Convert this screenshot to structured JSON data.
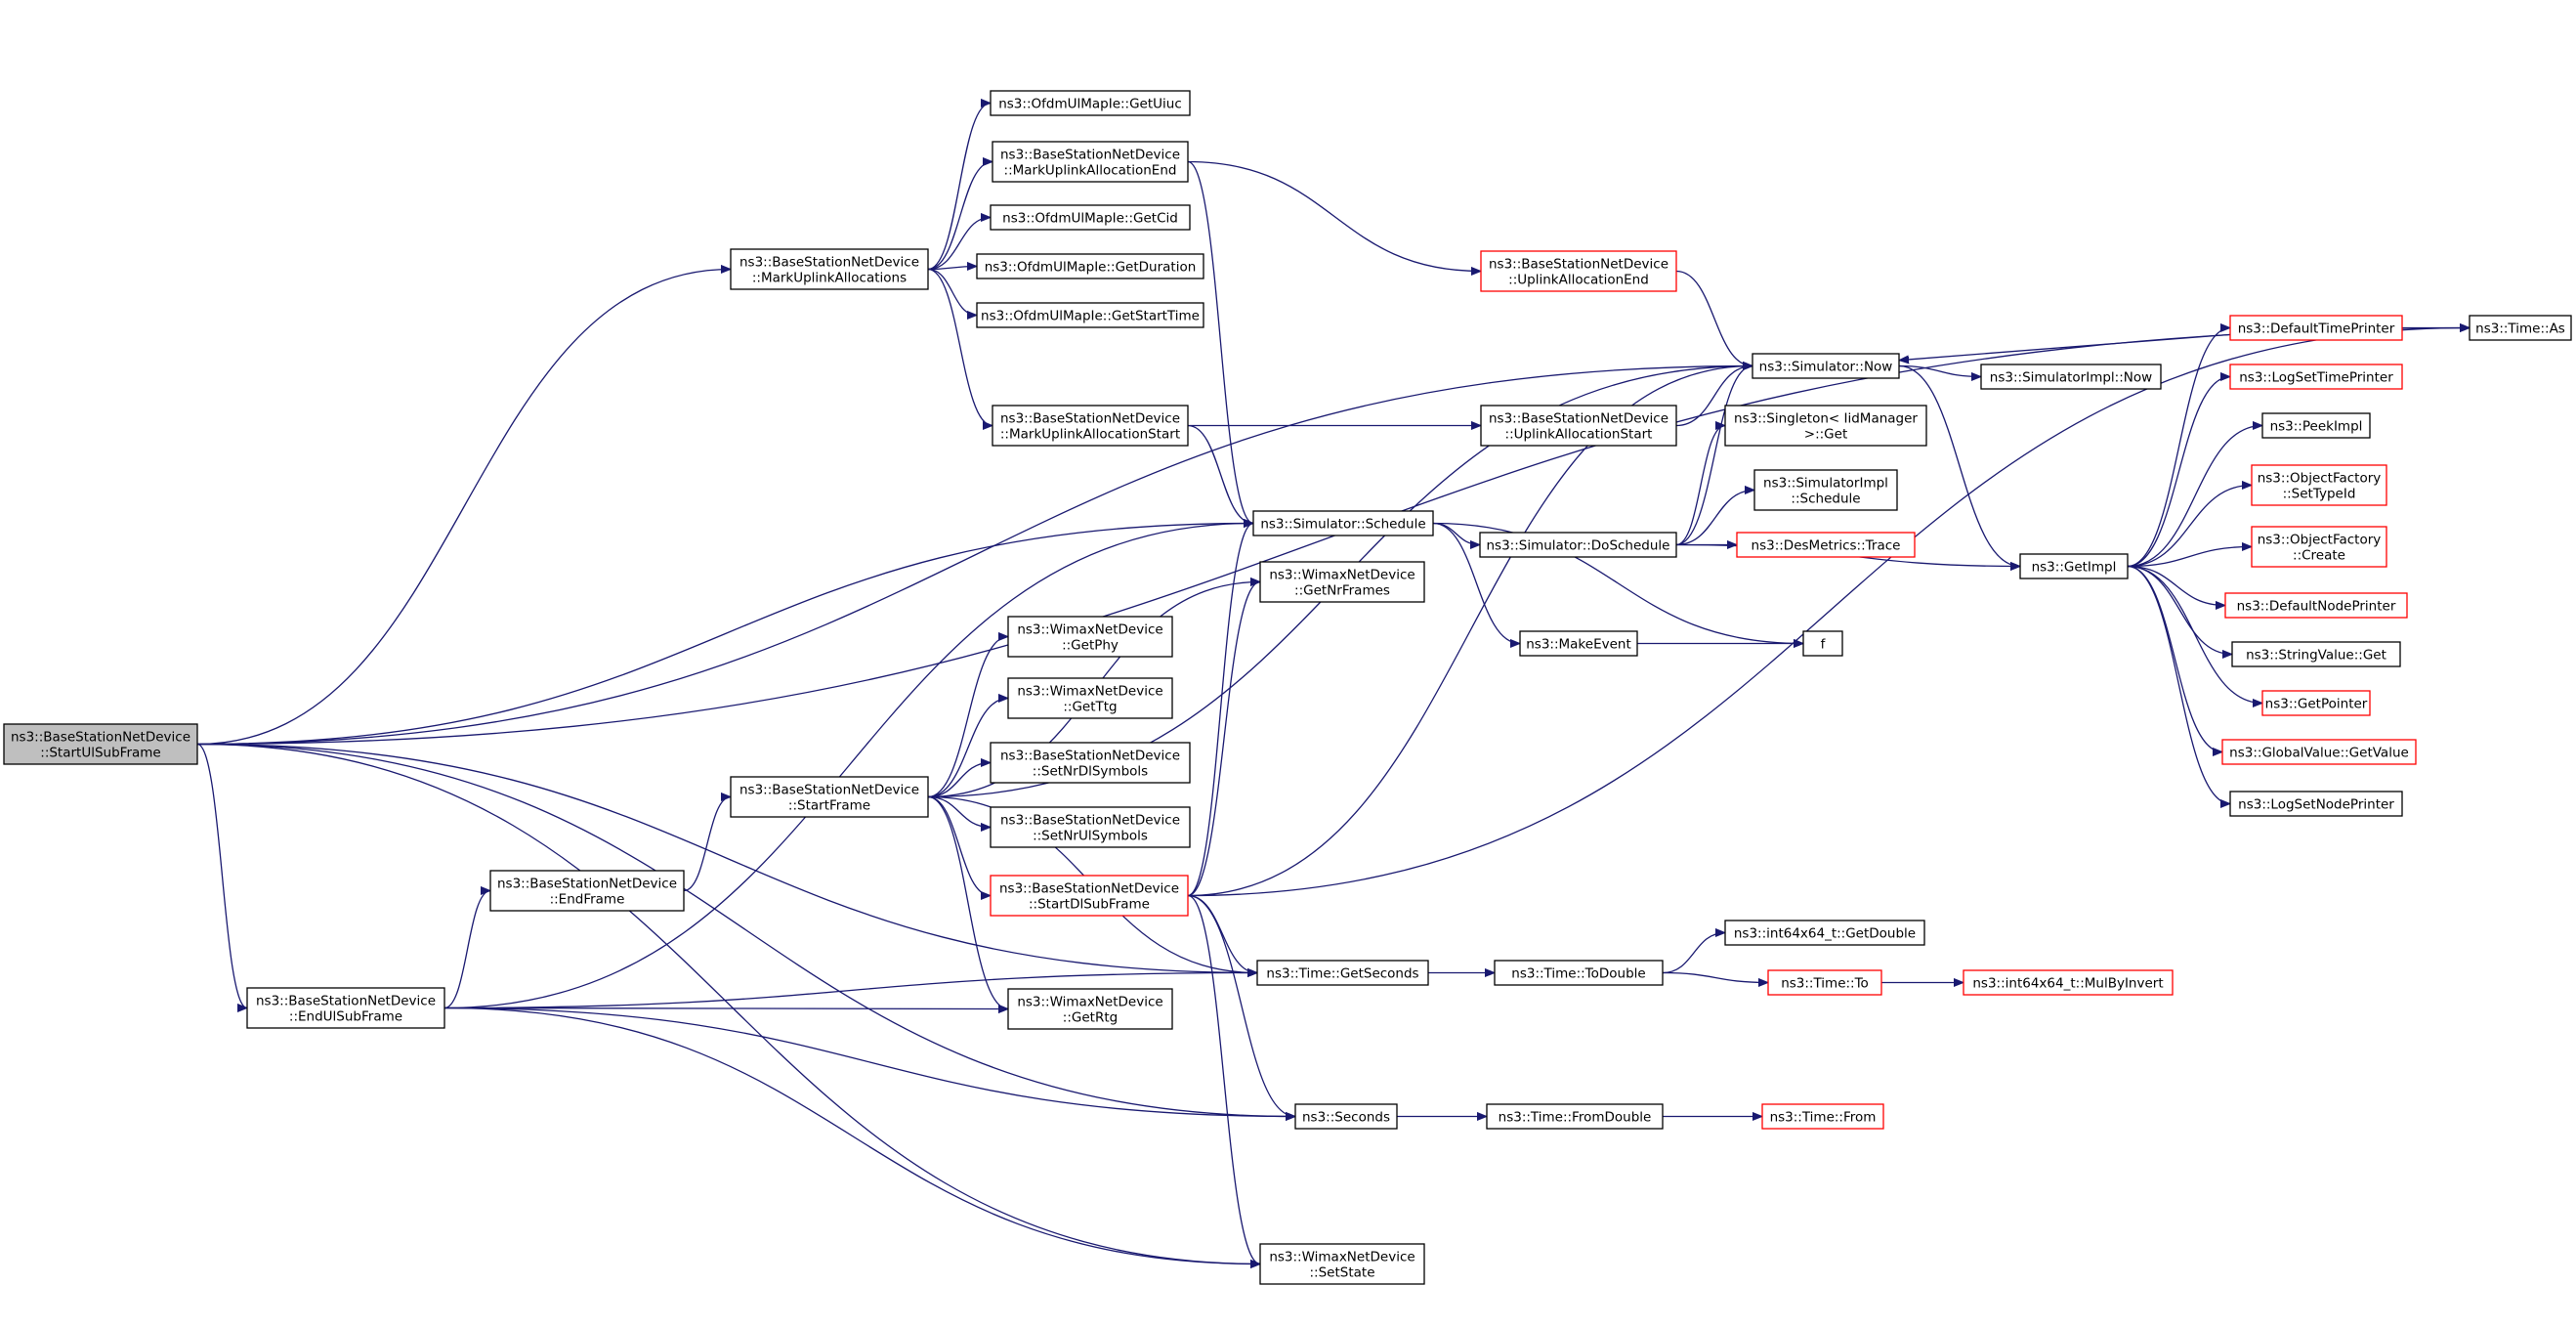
{
  "colors": {
    "edge": "#191970",
    "box_border": "#000000",
    "truncated_border": "#ff0000",
    "root_fill": "#bfbfbf",
    "background": "#ffffff"
  },
  "nodes": [
    {
      "id": "root",
      "lines": [
        "ns3::BaseStationNetDevice",
        "::StartUlSubFrame"
      ],
      "kind": "root"
    },
    {
      "id": "markUplinkAllocations",
      "lines": [
        "ns3::BaseStationNetDevice",
        "::MarkUplinkAllocations"
      ],
      "kind": "normal"
    },
    {
      "id": "endUlSubFrame",
      "lines": [
        "ns3::BaseStationNetDevice",
        "::EndUlSubFrame"
      ],
      "kind": "normal"
    },
    {
      "id": "endFrame",
      "lines": [
        "ns3::BaseStationNetDevice",
        "::EndFrame"
      ],
      "kind": "normal"
    },
    {
      "id": "startFrame",
      "lines": [
        "ns3::BaseStationNetDevice",
        "::StartFrame"
      ],
      "kind": "normal"
    },
    {
      "id": "getUiuc",
      "lines": [
        "ns3::OfdmUlMapIe::GetUiuc"
      ],
      "kind": "normal"
    },
    {
      "id": "markUplinkAllocationEnd",
      "lines": [
        "ns3::BaseStationNetDevice",
        "::MarkUplinkAllocationEnd"
      ],
      "kind": "normal"
    },
    {
      "id": "getCid",
      "lines": [
        "ns3::OfdmUlMapIe::GetCid"
      ],
      "kind": "normal"
    },
    {
      "id": "getDuration",
      "lines": [
        "ns3::OfdmUlMapIe::GetDuration"
      ],
      "kind": "normal"
    },
    {
      "id": "getStartTime",
      "lines": [
        "ns3::OfdmUlMapIe::GetStartTime"
      ],
      "kind": "normal"
    },
    {
      "id": "markUplinkAllocationStart",
      "lines": [
        "ns3::BaseStationNetDevice",
        "::MarkUplinkAllocationStart"
      ],
      "kind": "normal"
    },
    {
      "id": "getPhy",
      "lines": [
        "ns3::WimaxNetDevice",
        "::GetPhy"
      ],
      "kind": "normal"
    },
    {
      "id": "getTtg",
      "lines": [
        "ns3::WimaxNetDevice",
        "::GetTtg"
      ],
      "kind": "normal"
    },
    {
      "id": "setNrDlSymbols",
      "lines": [
        "ns3::BaseStationNetDevice",
        "::SetNrDlSymbols"
      ],
      "kind": "normal"
    },
    {
      "id": "setNrUlSymbols",
      "lines": [
        "ns3::BaseStationNetDevice",
        "::SetNrUlSymbols"
      ],
      "kind": "normal"
    },
    {
      "id": "startDlSubFrame",
      "lines": [
        "ns3::BaseStationNetDevice",
        "::StartDlSubFrame"
      ],
      "kind": "truncated"
    },
    {
      "id": "getRtg",
      "lines": [
        "ns3::WimaxNetDevice",
        "::GetRtg"
      ],
      "kind": "normal"
    },
    {
      "id": "schedule",
      "lines": [
        "ns3::Simulator::Schedule"
      ],
      "kind": "normal"
    },
    {
      "id": "getNrFrames",
      "lines": [
        "ns3::WimaxNetDevice",
        "::GetNrFrames"
      ],
      "kind": "normal"
    },
    {
      "id": "getSeconds",
      "lines": [
        "ns3::Time::GetSeconds"
      ],
      "kind": "normal"
    },
    {
      "id": "seconds",
      "lines": [
        "ns3::Seconds"
      ],
      "kind": "normal"
    },
    {
      "id": "setState",
      "lines": [
        "ns3::WimaxNetDevice",
        "::SetState"
      ],
      "kind": "normal"
    },
    {
      "id": "uplinkAllocationEnd",
      "lines": [
        "ns3::BaseStationNetDevice",
        "::UplinkAllocationEnd"
      ],
      "kind": "truncated"
    },
    {
      "id": "uplinkAllocationStart",
      "lines": [
        "ns3::BaseStationNetDevice",
        "::UplinkAllocationStart"
      ],
      "kind": "normal"
    },
    {
      "id": "now",
      "lines": [
        "ns3::Simulator::Now"
      ],
      "kind": "normal"
    },
    {
      "id": "doSchedule",
      "lines": [
        "ns3::Simulator::DoSchedule"
      ],
      "kind": "normal"
    },
    {
      "id": "makeEvent",
      "lines": [
        "ns3::MakeEvent"
      ],
      "kind": "normal"
    },
    {
      "id": "toDouble",
      "lines": [
        "ns3::Time::ToDouble"
      ],
      "kind": "normal"
    },
    {
      "id": "fromDouble",
      "lines": [
        "ns3::Time::FromDouble"
      ],
      "kind": "normal"
    },
    {
      "id": "simImplNow",
      "lines": [
        "ns3::SimulatorImpl::Now"
      ],
      "kind": "normal"
    },
    {
      "id": "singletonGet",
      "lines": [
        "ns3::Singleton< IidManager",
        " >::Get"
      ],
      "kind": "normal"
    },
    {
      "id": "simImplSchedule",
      "lines": [
        "ns3::SimulatorImpl",
        "::Schedule"
      ],
      "kind": "normal"
    },
    {
      "id": "desMetricsTrace",
      "lines": [
        "ns3::DesMetrics::Trace"
      ],
      "kind": "truncated"
    },
    {
      "id": "f",
      "lines": [
        "f"
      ],
      "kind": "normal"
    },
    {
      "id": "getDouble",
      "lines": [
        "ns3::int64x64_t::GetDouble"
      ],
      "kind": "normal"
    },
    {
      "id": "timeTo",
      "lines": [
        "ns3::Time::To"
      ],
      "kind": "truncated"
    },
    {
      "id": "mulByInvert",
      "lines": [
        "ns3::int64x64_t::MulByInvert"
      ],
      "kind": "truncated"
    },
    {
      "id": "timeFrom",
      "lines": [
        "ns3::Time::From"
      ],
      "kind": "truncated"
    },
    {
      "id": "getImpl",
      "lines": [
        "ns3::GetImpl"
      ],
      "kind": "normal"
    },
    {
      "id": "defaultTimePrinter",
      "lines": [
        "ns3::DefaultTimePrinter"
      ],
      "kind": "truncated"
    },
    {
      "id": "timeAs",
      "lines": [
        "ns3::Time::As"
      ],
      "kind": "normal"
    },
    {
      "id": "logSetTimePrinter",
      "lines": [
        "ns3::LogSetTimePrinter"
      ],
      "kind": "truncated"
    },
    {
      "id": "peekImpl",
      "lines": [
        "ns3::PeekImpl"
      ],
      "kind": "normal"
    },
    {
      "id": "ofSetTypeId",
      "lines": [
        "ns3::ObjectFactory",
        "::SetTypeId"
      ],
      "kind": "truncated"
    },
    {
      "id": "ofCreate",
      "lines": [
        "ns3::ObjectFactory",
        "::Create"
      ],
      "kind": "truncated"
    },
    {
      "id": "defaultNodePrinter",
      "lines": [
        "ns3::DefaultNodePrinter"
      ],
      "kind": "truncated"
    },
    {
      "id": "stringValueGet",
      "lines": [
        "ns3::StringValue::Get"
      ],
      "kind": "normal"
    },
    {
      "id": "getPointer",
      "lines": [
        "ns3::GetPointer"
      ],
      "kind": "truncated"
    },
    {
      "id": "globalValueGetValue",
      "lines": [
        "ns3::GlobalValue::GetValue"
      ],
      "kind": "truncated"
    },
    {
      "id": "logSetNodePrinter",
      "lines": [
        "ns3::LogSetNodePrinter"
      ],
      "kind": "normal"
    }
  ],
  "edges": [
    [
      "root",
      "markUplinkAllocations"
    ],
    [
      "root",
      "endUlSubFrame"
    ],
    [
      "root",
      "schedule"
    ],
    [
      "root",
      "getSeconds"
    ],
    [
      "root",
      "seconds"
    ],
    [
      "root",
      "setState"
    ],
    [
      "root",
      "now"
    ],
    [
      "root",
      "timeAs"
    ],
    [
      "markUplinkAllocations",
      "getUiuc"
    ],
    [
      "markUplinkAllocations",
      "markUplinkAllocationEnd"
    ],
    [
      "markUplinkAllocations",
      "getCid"
    ],
    [
      "markUplinkAllocations",
      "getDuration"
    ],
    [
      "markUplinkAllocations",
      "getStartTime"
    ],
    [
      "markUplinkAllocations",
      "markUplinkAllocationStart"
    ],
    [
      "markUplinkAllocationEnd",
      "schedule"
    ],
    [
      "markUplinkAllocationEnd",
      "uplinkAllocationEnd"
    ],
    [
      "markUplinkAllocationStart",
      "schedule"
    ],
    [
      "markUplinkAllocationStart",
      "uplinkAllocationStart"
    ],
    [
      "uplinkAllocationEnd",
      "now"
    ],
    [
      "uplinkAllocationStart",
      "now"
    ],
    [
      "endUlSubFrame",
      "endFrame"
    ],
    [
      "endUlSubFrame",
      "schedule"
    ],
    [
      "endUlSubFrame",
      "getRtg"
    ],
    [
      "endUlSubFrame",
      "getSeconds"
    ],
    [
      "endUlSubFrame",
      "seconds"
    ],
    [
      "endUlSubFrame",
      "setState"
    ],
    [
      "endFrame",
      "startFrame"
    ],
    [
      "startFrame",
      "now"
    ],
    [
      "startFrame",
      "getNrFrames"
    ],
    [
      "startFrame",
      "getPhy"
    ],
    [
      "startFrame",
      "getTtg"
    ],
    [
      "startFrame",
      "setNrDlSymbols"
    ],
    [
      "startFrame",
      "setNrUlSymbols"
    ],
    [
      "startFrame",
      "startDlSubFrame"
    ],
    [
      "startFrame",
      "getRtg"
    ],
    [
      "startFrame",
      "getSeconds"
    ],
    [
      "startDlSubFrame",
      "schedule"
    ],
    [
      "startDlSubFrame",
      "getNrFrames"
    ],
    [
      "startDlSubFrame",
      "getSeconds"
    ],
    [
      "startDlSubFrame",
      "seconds"
    ],
    [
      "startDlSubFrame",
      "setState"
    ],
    [
      "startDlSubFrame",
      "now"
    ],
    [
      "startDlSubFrame",
      "timeAs"
    ],
    [
      "schedule",
      "doSchedule"
    ],
    [
      "schedule",
      "makeEvent"
    ],
    [
      "schedule",
      "f"
    ],
    [
      "doSchedule",
      "now"
    ],
    [
      "doSchedule",
      "singletonGet"
    ],
    [
      "doSchedule",
      "simImplSchedule"
    ],
    [
      "doSchedule",
      "desMetricsTrace"
    ],
    [
      "doSchedule",
      "getImpl"
    ],
    [
      "makeEvent",
      "f"
    ],
    [
      "now",
      "simImplNow"
    ],
    [
      "now",
      "getImpl"
    ],
    [
      "getSeconds",
      "toDouble"
    ],
    [
      "toDouble",
      "getDouble"
    ],
    [
      "toDouble",
      "timeTo"
    ],
    [
      "timeTo",
      "mulByInvert"
    ],
    [
      "seconds",
      "fromDouble"
    ],
    [
      "fromDouble",
      "timeFrom"
    ],
    [
      "getImpl",
      "defaultTimePrinter"
    ],
    [
      "getImpl",
      "logSetTimePrinter"
    ],
    [
      "getImpl",
      "peekImpl"
    ],
    [
      "getImpl",
      "ofSetTypeId"
    ],
    [
      "getImpl",
      "ofCreate"
    ],
    [
      "getImpl",
      "defaultNodePrinter"
    ],
    [
      "getImpl",
      "stringValueGet"
    ],
    [
      "getImpl",
      "getPointer"
    ],
    [
      "getImpl",
      "globalValueGetValue"
    ],
    [
      "getImpl",
      "logSetNodePrinter"
    ],
    [
      "defaultTimePrinter",
      "now"
    ],
    [
      "defaultTimePrinter",
      "timeAs"
    ]
  ]
}
